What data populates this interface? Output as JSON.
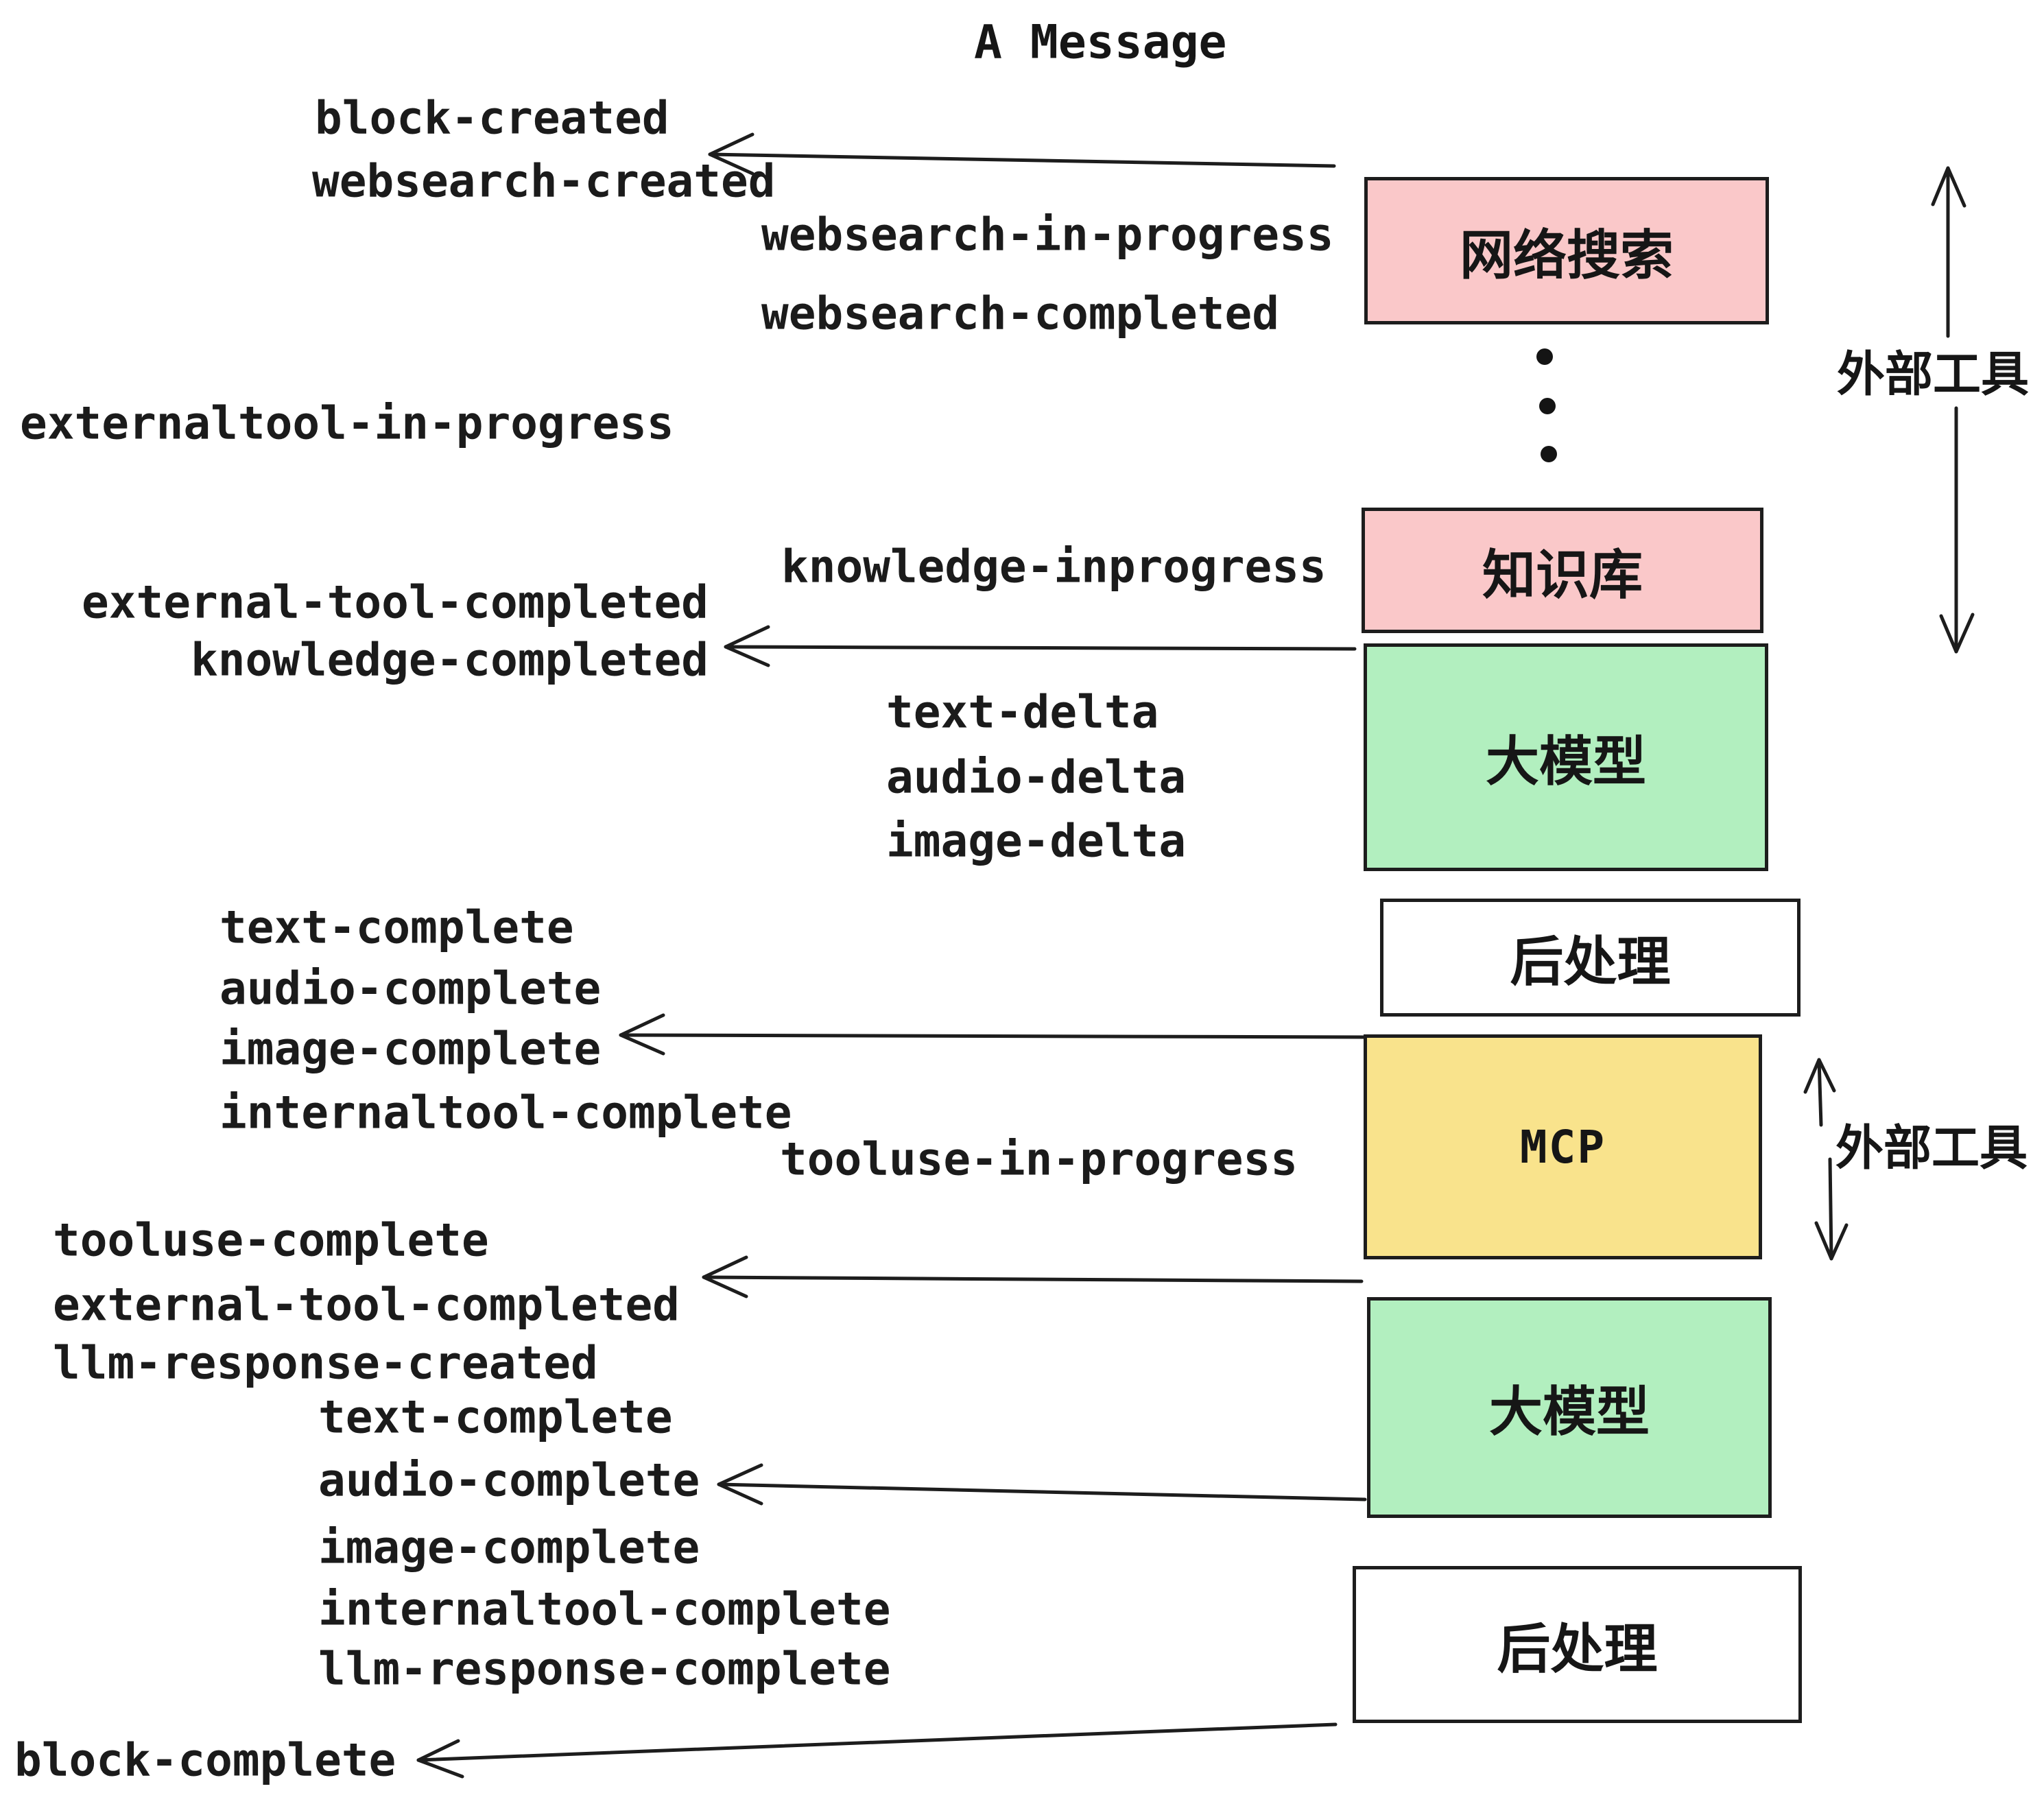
{
  "title": "A Message",
  "colors": {
    "pink": "#FAC8C9",
    "green": "#B2EFBF",
    "yellow": "#F9E38C",
    "white": "#FFFFFF",
    "line": "#1D1D1D",
    "text": "#1B1B1B"
  },
  "events": [
    {
      "text": "block-created"
    },
    {
      "text": "websearch-created"
    },
    {
      "text": "websearch-in-progress"
    },
    {
      "text": "websearch-completed"
    },
    {
      "text": "externaltool-in-progress"
    },
    {
      "text": "knowledge-inprogress"
    },
    {
      "text": "external-tool-completed"
    },
    {
      "text": "knowledge-completed"
    },
    {
      "text": "text-delta"
    },
    {
      "text": "audio-delta"
    },
    {
      "text": "image-delta"
    },
    {
      "text": "text-complete"
    },
    {
      "text": "audio-complete"
    },
    {
      "text": "image-complete"
    },
    {
      "text": "internaltool-complete"
    },
    {
      "text": "tooluse-in-progress"
    },
    {
      "text": "tooluse-complete"
    },
    {
      "text": "external-tool-completed"
    },
    {
      "text": "llm-response-created"
    },
    {
      "text": "text-complete"
    },
    {
      "text": "audio-complete"
    },
    {
      "text": "image-complete"
    },
    {
      "text": "internaltool-complete"
    },
    {
      "text": "llm-response-complete"
    },
    {
      "text": "block-complete"
    }
  ],
  "boxes": [
    {
      "label": "网络搜索",
      "color": "pink"
    },
    {
      "label": "知识库",
      "color": "pink"
    },
    {
      "label": "大模型",
      "color": "green"
    },
    {
      "label": "后处理",
      "color": "white"
    },
    {
      "label": "MCP",
      "color": "yellow"
    },
    {
      "label": "大模型",
      "color": "green"
    },
    {
      "label": "后处理",
      "color": "white"
    }
  ],
  "side_labels": [
    {
      "text": "外部工具"
    },
    {
      "text": "外部工具"
    }
  ],
  "icons": {
    "between_top_boxes": "vertical-ellipsis-icon"
  }
}
